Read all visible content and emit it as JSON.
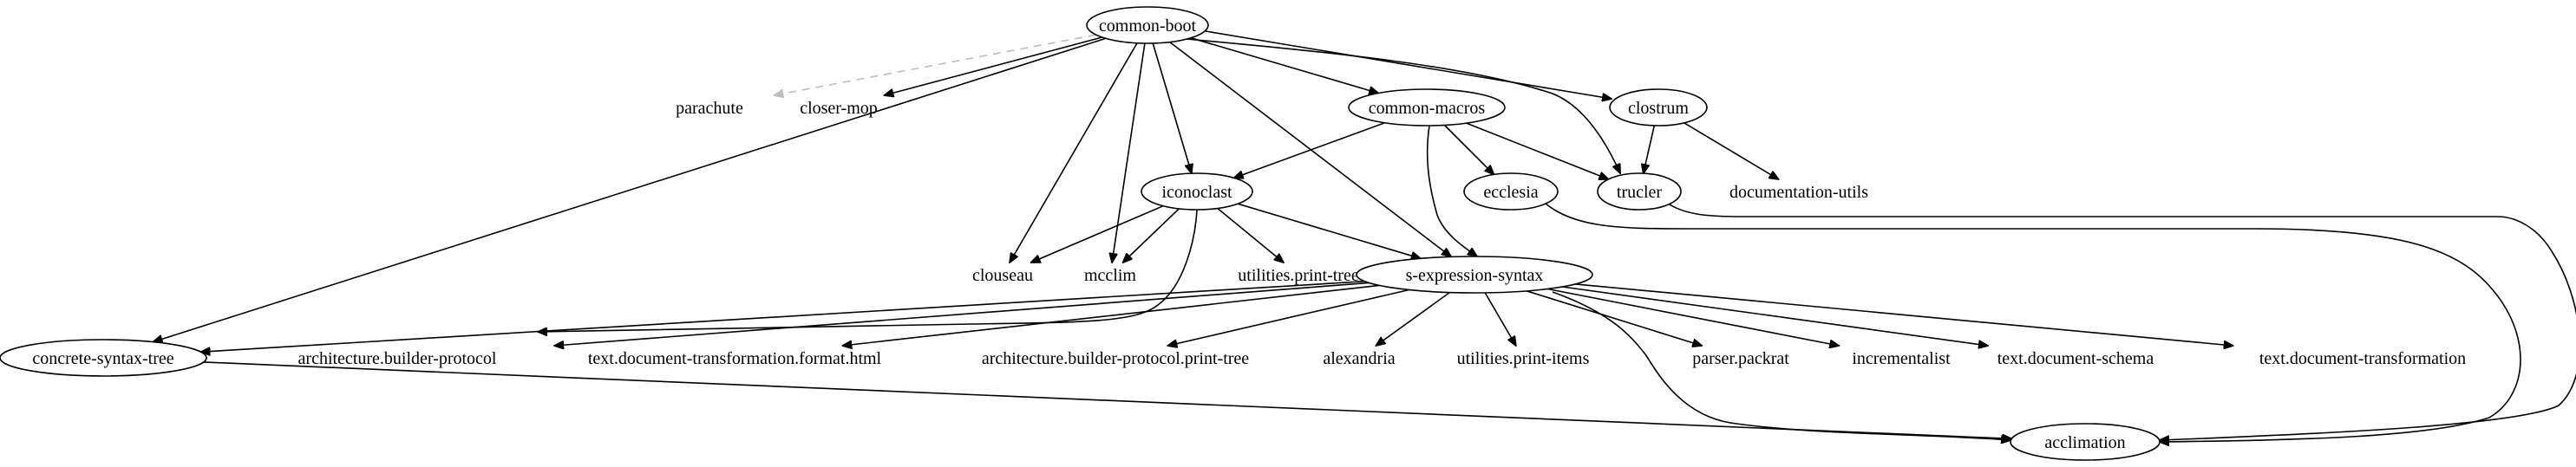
{
  "graph": {
    "nodes": [
      {
        "id": "common-boot",
        "label": "common-boot",
        "shape": "ellipse"
      },
      {
        "id": "parachute",
        "label": "parachute",
        "shape": "plaintext"
      },
      {
        "id": "closer-mop",
        "label": "closer-mop",
        "shape": "plaintext"
      },
      {
        "id": "common-macros",
        "label": "common-macros",
        "shape": "ellipse"
      },
      {
        "id": "clostrum",
        "label": "clostrum",
        "shape": "ellipse"
      },
      {
        "id": "iconoclast",
        "label": "iconoclast",
        "shape": "ellipse"
      },
      {
        "id": "ecclesia",
        "label": "ecclesia",
        "shape": "ellipse"
      },
      {
        "id": "trucler",
        "label": "trucler",
        "shape": "ellipse"
      },
      {
        "id": "documentation-utils",
        "label": "documentation-utils",
        "shape": "plaintext"
      },
      {
        "id": "clouseau",
        "label": "clouseau",
        "shape": "plaintext"
      },
      {
        "id": "mcclim",
        "label": "mcclim",
        "shape": "plaintext"
      },
      {
        "id": "utilities-print-tree",
        "label": "utilities.print-tree",
        "shape": "plaintext"
      },
      {
        "id": "s-expression-syntax",
        "label": "s-expression-syntax",
        "shape": "ellipse"
      },
      {
        "id": "concrete-syntax-tree",
        "label": "concrete-syntax-tree",
        "shape": "ellipse"
      },
      {
        "id": "architecture-builder-protocol",
        "label": "architecture.builder-protocol",
        "shape": "plaintext"
      },
      {
        "id": "text-document-transformation-format-html",
        "label": "text.document-transformation.format.html",
        "shape": "plaintext"
      },
      {
        "id": "architecture-builder-protocol-print-tree",
        "label": "architecture.builder-protocol.print-tree",
        "shape": "plaintext"
      },
      {
        "id": "alexandria",
        "label": "alexandria",
        "shape": "plaintext"
      },
      {
        "id": "utilities-print-items",
        "label": "utilities.print-items",
        "shape": "plaintext"
      },
      {
        "id": "parser-packrat",
        "label": "parser.packrat",
        "shape": "plaintext"
      },
      {
        "id": "incrementalist",
        "label": "incrementalist",
        "shape": "plaintext"
      },
      {
        "id": "text-document-schema",
        "label": "text.document-schema",
        "shape": "plaintext"
      },
      {
        "id": "text-document-transformation",
        "label": "text.document-transformation",
        "shape": "plaintext"
      },
      {
        "id": "acclimation",
        "label": "acclimation",
        "shape": "ellipse"
      }
    ],
    "edges": [
      {
        "from": "common-boot",
        "to": "parachute",
        "style": "dashed"
      },
      {
        "from": "common-boot",
        "to": "closer-mop",
        "style": "solid"
      },
      {
        "from": "common-boot",
        "to": "common-macros",
        "style": "solid"
      },
      {
        "from": "common-boot",
        "to": "clostrum",
        "style": "solid"
      },
      {
        "from": "common-boot",
        "to": "trucler",
        "style": "solid"
      },
      {
        "from": "common-boot",
        "to": "iconoclast",
        "style": "solid"
      },
      {
        "from": "common-boot",
        "to": "clouseau",
        "style": "solid"
      },
      {
        "from": "common-boot",
        "to": "mcclim",
        "style": "solid"
      },
      {
        "from": "common-boot",
        "to": "s-expression-syntax",
        "style": "solid"
      },
      {
        "from": "common-boot",
        "to": "concrete-syntax-tree",
        "style": "solid"
      },
      {
        "from": "common-macros",
        "to": "iconoclast",
        "style": "solid"
      },
      {
        "from": "common-macros",
        "to": "ecclesia",
        "style": "solid"
      },
      {
        "from": "common-macros",
        "to": "trucler",
        "style": "solid"
      },
      {
        "from": "common-macros",
        "to": "s-expression-syntax",
        "style": "solid"
      },
      {
        "from": "clostrum",
        "to": "trucler",
        "style": "solid"
      },
      {
        "from": "clostrum",
        "to": "documentation-utils",
        "style": "solid"
      },
      {
        "from": "iconoclast",
        "to": "clouseau",
        "style": "solid"
      },
      {
        "from": "iconoclast",
        "to": "mcclim",
        "style": "solid"
      },
      {
        "from": "iconoclast",
        "to": "utilities-print-tree",
        "style": "solid"
      },
      {
        "from": "iconoclast",
        "to": "s-expression-syntax",
        "style": "solid"
      },
      {
        "from": "iconoclast",
        "to": "architecture-builder-protocol",
        "style": "solid"
      },
      {
        "from": "ecclesia",
        "to": "acclimation",
        "style": "solid"
      },
      {
        "from": "trucler",
        "to": "acclimation",
        "style": "solid"
      },
      {
        "from": "s-expression-syntax",
        "to": "concrete-syntax-tree",
        "style": "solid"
      },
      {
        "from": "s-expression-syntax",
        "to": "architecture-builder-protocol",
        "style": "solid"
      },
      {
        "from": "s-expression-syntax",
        "to": "text-document-transformation-format-html",
        "style": "solid"
      },
      {
        "from": "s-expression-syntax",
        "to": "architecture-builder-protocol-print-tree",
        "style": "solid"
      },
      {
        "from": "s-expression-syntax",
        "to": "alexandria",
        "style": "solid"
      },
      {
        "from": "s-expression-syntax",
        "to": "utilities-print-items",
        "style": "solid"
      },
      {
        "from": "s-expression-syntax",
        "to": "parser-packrat",
        "style": "solid"
      },
      {
        "from": "s-expression-syntax",
        "to": "incrementalist",
        "style": "solid"
      },
      {
        "from": "s-expression-syntax",
        "to": "text-document-schema",
        "style": "solid"
      },
      {
        "from": "s-expression-syntax",
        "to": "text-document-transformation",
        "style": "solid"
      },
      {
        "from": "s-expression-syntax",
        "to": "acclimation",
        "style": "solid"
      },
      {
        "from": "concrete-syntax-tree",
        "to": "acclimation",
        "style": "solid"
      }
    ]
  }
}
